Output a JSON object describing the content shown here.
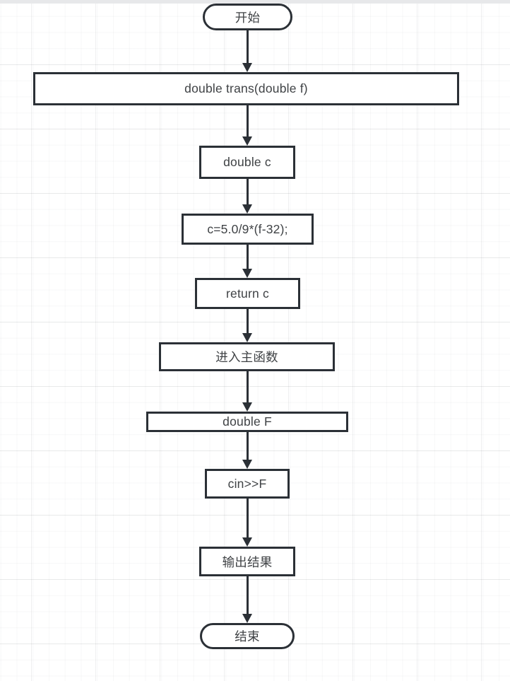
{
  "canvas": {
    "background_color": "#ffffff",
    "grid_minor_color": "rgba(40,45,55,0.035)",
    "grid_major_color": "rgba(40,45,55,0.075)",
    "top_edge_color": "#e7e8ea",
    "stroke_color": "#2b3036",
    "text_color": "#3f4245"
  },
  "flowchart": {
    "type": "flowchart",
    "direction": "top-down",
    "nodes": [
      {
        "id": "start",
        "shape": "terminator",
        "label": "开始"
      },
      {
        "id": "function-signature",
        "shape": "process",
        "label": "double trans(double f)"
      },
      {
        "id": "declare-c",
        "shape": "process",
        "label": "double c"
      },
      {
        "id": "compute-c",
        "shape": "process",
        "label": "c=5.0/9*(f-32);"
      },
      {
        "id": "return-c",
        "shape": "process",
        "label": "return c"
      },
      {
        "id": "enter-main",
        "shape": "process",
        "label": "进入主函数"
      },
      {
        "id": "declare-F",
        "shape": "process",
        "label": "double F"
      },
      {
        "id": "input-F",
        "shape": "process",
        "label": "cin>>F"
      },
      {
        "id": "output-result",
        "shape": "process",
        "label": "输出结果"
      },
      {
        "id": "end",
        "shape": "terminator",
        "label": "结束"
      }
    ],
    "edges": [
      {
        "from": "start",
        "to": "function-signature"
      },
      {
        "from": "function-signature",
        "to": "declare-c"
      },
      {
        "from": "declare-c",
        "to": "compute-c"
      },
      {
        "from": "compute-c",
        "to": "return-c"
      },
      {
        "from": "return-c",
        "to": "enter-main"
      },
      {
        "from": "enter-main",
        "to": "declare-F"
      },
      {
        "from": "declare-F",
        "to": "input-F"
      },
      {
        "from": "input-F",
        "to": "output-result"
      },
      {
        "from": "output-result",
        "to": "end"
      }
    ]
  }
}
